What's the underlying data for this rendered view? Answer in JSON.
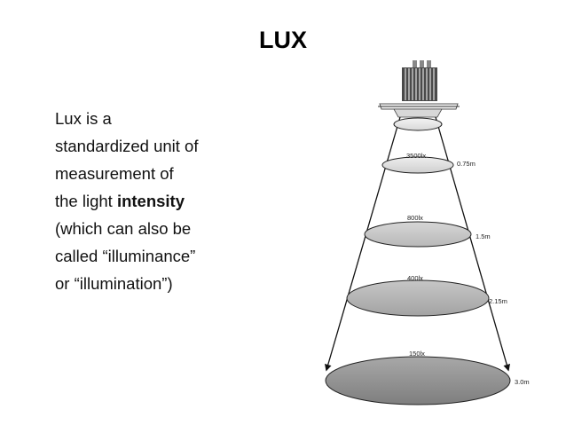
{
  "slide": {
    "title": "LUX",
    "text_lines": [
      " Lux is a",
      "standardized unit of",
      "measurement of",
      "the light ",
      "(which can also be",
      "called “illuminance”",
      "or “illumination”)"
    ],
    "emphasis": "intensity"
  },
  "diagram": {
    "levels": [
      {
        "lux": "",
        "distance": ""
      },
      {
        "lux": "3500lx",
        "distance": "0.75m"
      },
      {
        "lux": "800lx",
        "distance": "1.5m"
      },
      {
        "lux": "400lx",
        "distance": "2.15m"
      },
      {
        "lux": "150lx",
        "distance": "3.0m"
      }
    ],
    "colors": {
      "ellipse_fill_top": "#e8e8e8",
      "ellipse_fill_bottom": "#8a8a8a",
      "line": "#111111"
    }
  }
}
